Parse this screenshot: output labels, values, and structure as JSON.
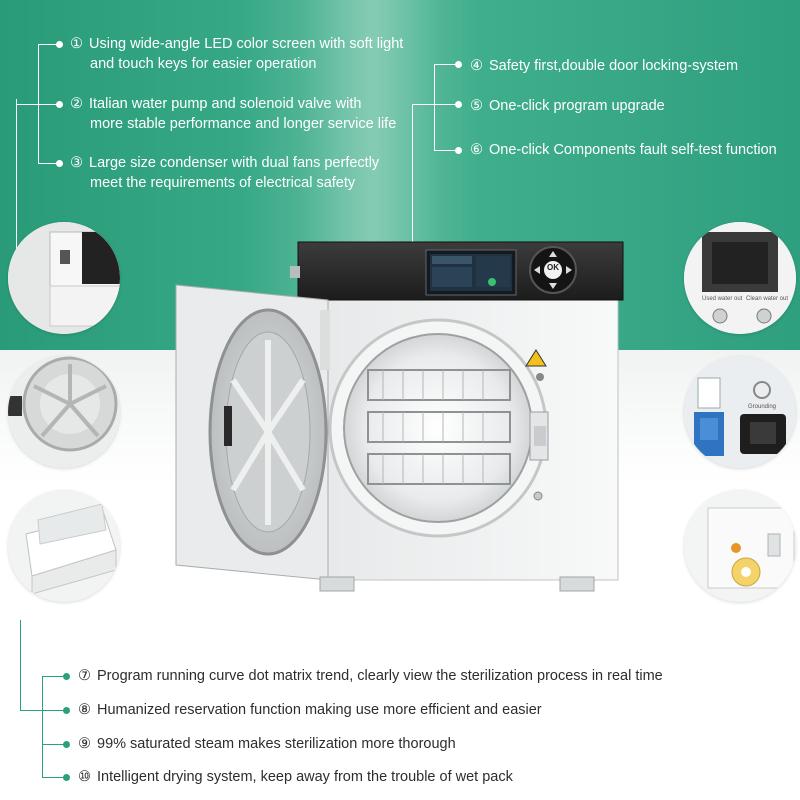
{
  "features_top_left": [
    {
      "num": "①",
      "lines": [
        "Using wide-angle LED color screen with soft light",
        "and touch keys for easier operation"
      ]
    },
    {
      "num": "②",
      "lines": [
        "Italian water pump and solenoid valve with",
        "more stable performance and longer service life"
      ]
    },
    {
      "num": "③",
      "lines": [
        "Large size condenser with dual fans perfectly",
        "meet the requirements of electrical safety"
      ]
    }
  ],
  "features_top_right": [
    {
      "num": "④",
      "text": "Safety first,double door locking-system"
    },
    {
      "num": "⑤",
      "text": "One-click program upgrade"
    },
    {
      "num": "⑥",
      "text": "One-click Components fault self-test function"
    }
  ],
  "features_bottom": [
    {
      "num": "⑦",
      "text": "Program running curve dot matrix trend, clearly view the sterilization process in real time"
    },
    {
      "num": "⑧",
      "text": "Humanized reservation function making use more efficient and easier"
    },
    {
      "num": "⑨",
      "text": "99% saturated steam makes sterilization more thorough"
    },
    {
      "num": "⑩",
      "text": "Intelligent drying system, keep away from the trouble of wet pack"
    }
  ],
  "thumb_labels": {
    "used_water": "Used water out",
    "clean_water": "Clean water out",
    "grounding": "Grounding"
  },
  "panel": {
    "ok_label": "OK"
  },
  "colors": {
    "brand_green": "#2aa07c",
    "panel_dark": "#2b2b2b"
  }
}
